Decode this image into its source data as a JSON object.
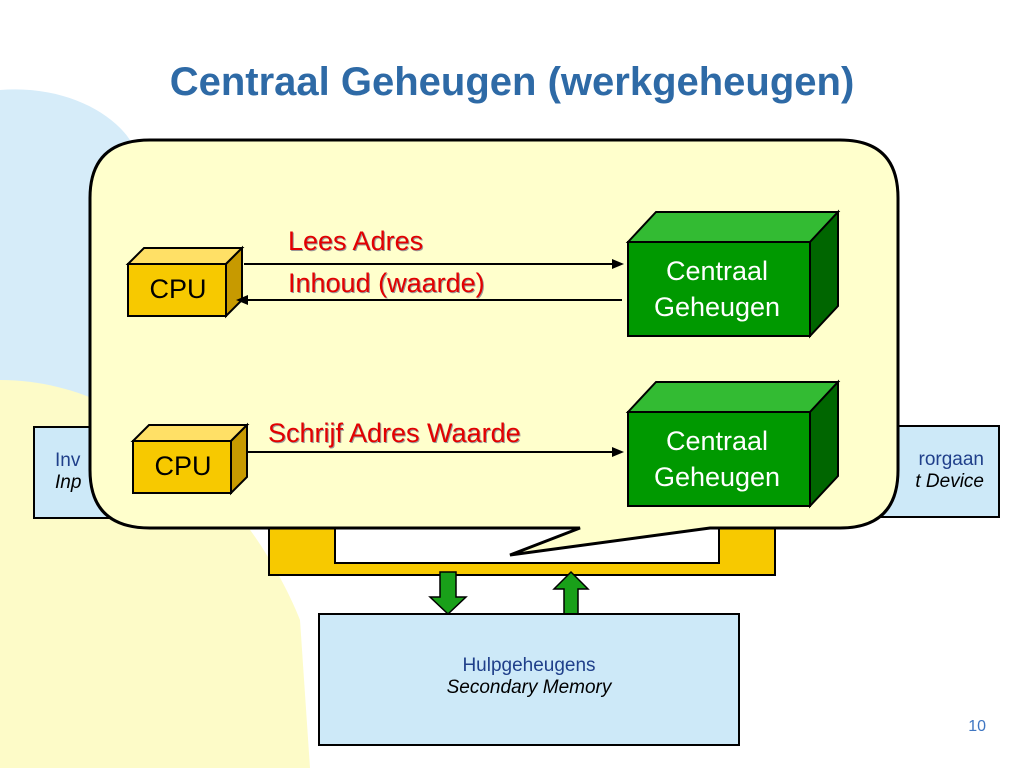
{
  "title": "Centraal Geheugen (werkgeheugen)",
  "input_device": {
    "nl": "Invoerorgaan",
    "en": "Input Device",
    "nl_visible": "Inv",
    "en_visible": "Inp"
  },
  "output_device": {
    "nl": "Uitvoerorgaan",
    "en": "Output Device",
    "nl_visible": "rorgaan",
    "en_visible": "t Device"
  },
  "secondary_memory": {
    "nl": "Hulpgeheugens",
    "en": "Secondary Memory"
  },
  "callout": {
    "read": {
      "cpu_label": "CPU",
      "address_label": "Lees Adres",
      "content_label": "Inhoud (waarde)",
      "memory_line1": "Centraal",
      "memory_line2": "Geheugen"
    },
    "write": {
      "cpu_label": "CPU",
      "write_label": "Schrijf Adres Waarde",
      "memory_line1": "Centraal",
      "memory_line2": "Geheugen"
    }
  },
  "colors": {
    "title": "#2e6aa6",
    "callout_fill": "#ffffcc",
    "cpu_fill": "#f7c900",
    "memory_fill": "#009900",
    "label_red": "#e30000",
    "device_fill": "#cde9f8",
    "arrow_green": "#19a019"
  },
  "page_number": "10"
}
